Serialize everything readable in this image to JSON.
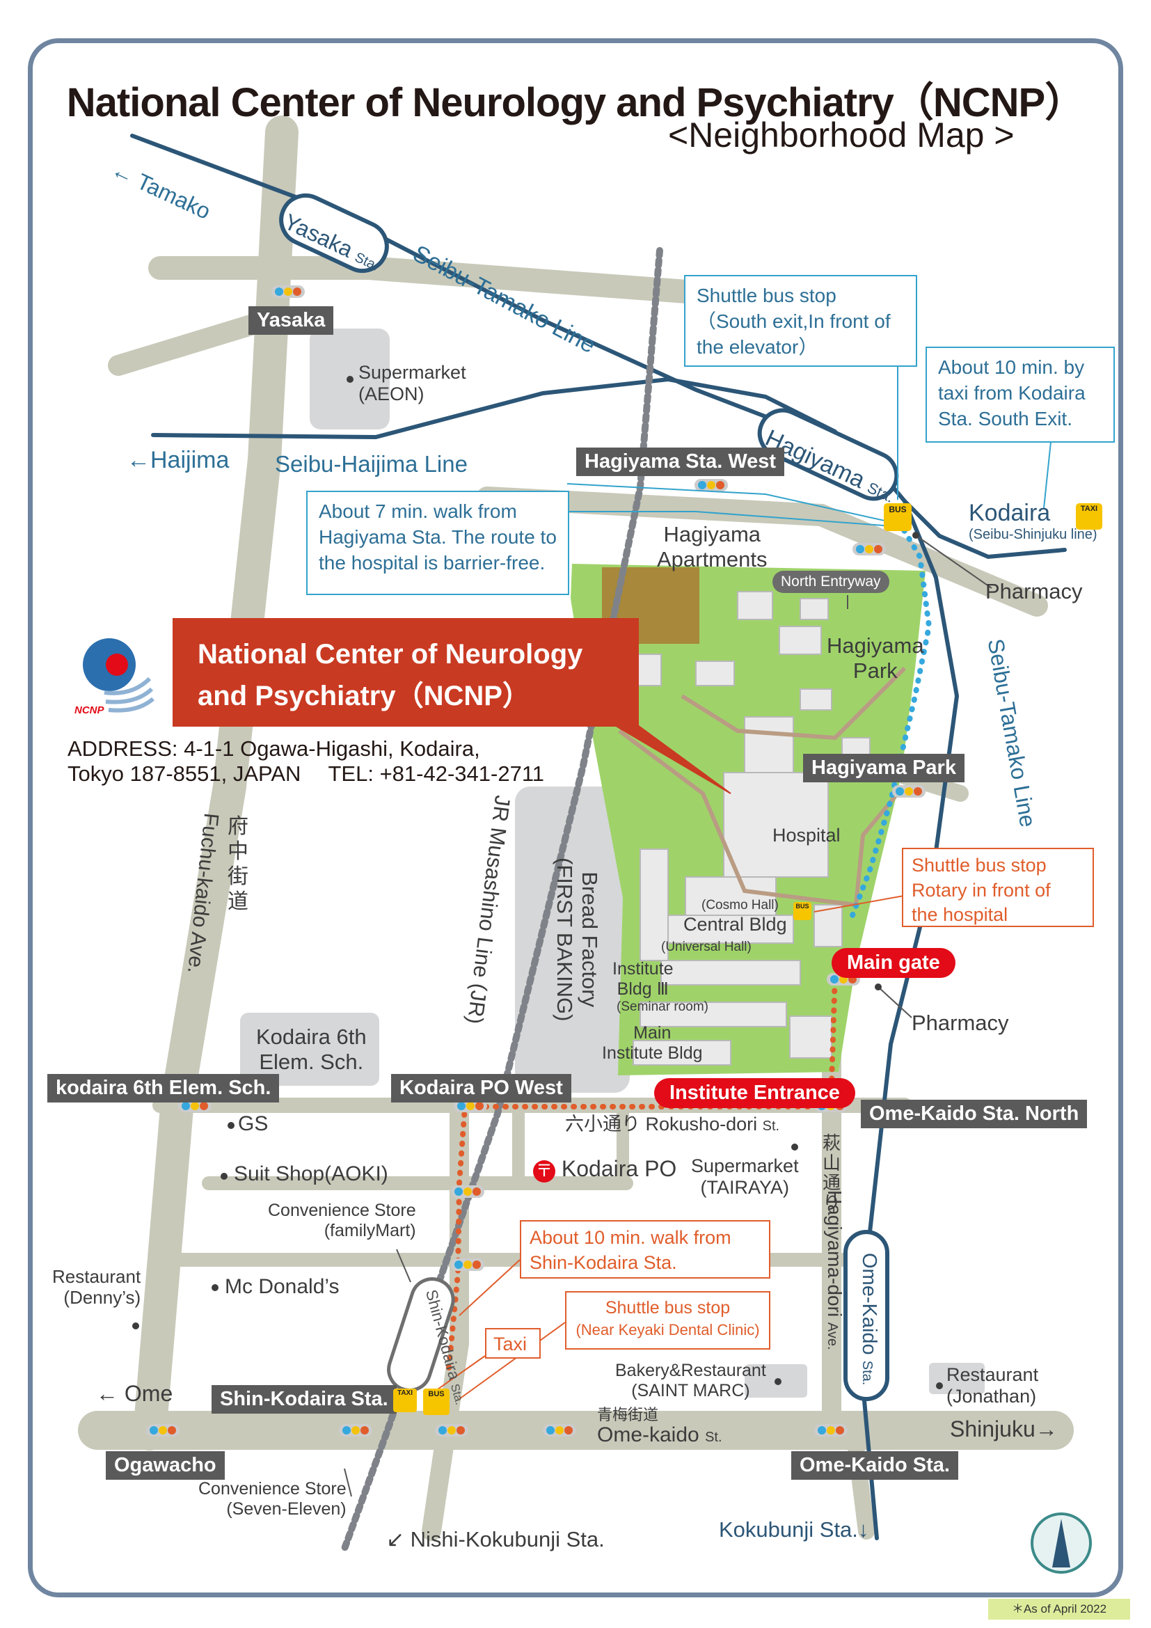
{
  "title": "National Center of Neurology and Psychiatry（NCNP）",
  "subtitle": "<Neighborhood Map >",
  "as_of": "＊As of April 2022",
  "facility": {
    "banner_line1": "National Center of Neurology",
    "banner_line2": "and Psychiatry（NCNP）",
    "logo_text": "NCNP",
    "address_line1": "ADDRESS: 4-1-1 Ogawa-Higashi, Kodaira,",
    "address_line2": "Tokyo 187-8551, JAPAN　 TEL: +81-42-341-2711"
  },
  "railways": {
    "seibu_tamako": "Seibu-Tamako Line",
    "seibu_tamako_vertical": "Seibu-Tamako Line",
    "seibu_haijima": "Seibu-Haijima Line",
    "jr_musashino": "JR Musashino Line (JR)",
    "to_tamako": "← Tamako",
    "to_haijima": "←Haijima"
  },
  "stations": {
    "yasaka": "Yasaka",
    "yasaka_suffix": "Sta.",
    "hagiyama": "Hagiyama",
    "hagiyama_suffix": "Sta.",
    "shin_kodaira": "Shin-Kodaira",
    "shin_kodaira_suffix": "Sta.",
    "ome_kaido": "Ome-Kaido",
    "ome_kaido_suffix": "Sta.",
    "kodaira": "Kodaira",
    "kodaira_sub": "(Seibu-Shinjuku line)",
    "kokubunji": "Kokubunji Sta.↓",
    "nishi_kokubunji": "↙ Nishi-Kokubunji Sta."
  },
  "intersections": {
    "yasaka": "Yasaka",
    "hagiyama_sta_west": "Hagiyama Sta. West",
    "hagiyama_park": "Hagiyama Park",
    "kodaira_6th": "kodaira 6th Elem. Sch.",
    "kodaira_po_west": "Kodaira PO West",
    "ome_kaido_sta_north": "Ome-Kaido Sta. North",
    "shin_kodaira_sta": "Shin-Kodaira Sta.",
    "ogawacho": "Ogawacho",
    "ome_kaido_sta": "Ome-Kaido Sta."
  },
  "roads": {
    "fuchu_kaido_jp": "府中街道",
    "fuchu_kaido_en": "Fuchu-kaido Ave.",
    "rokusho_jp": "六小通り",
    "rokusho_en": "Rokusho-dori",
    "rokusho_suffix": "St.",
    "hagiyama_dori_jp": "萩山通り",
    "hagiyama_dori_en": "Hagiyama-dori",
    "hagiyama_dori_suffix": "Ave.",
    "ome_kaido_jp": "青梅街道",
    "ome_kaido_en": "Ome-kaido",
    "ome_kaido_suffix": "St.",
    "to_ome": "← Ome",
    "to_shinjuku": "Shinjuku→"
  },
  "places": {
    "supermarket_aeon_1": "Supermarket",
    "supermarket_aeon_2": "(AEON)",
    "hagiyama_apartments_1": "Hagiyama",
    "hagiyama_apartments_2": "Apartments",
    "hagiyama_park_1": "Hagiyama",
    "hagiyama_park_2": "Park",
    "pharmacy_north": "Pharmacy",
    "pharmacy_south": "Pharmacy",
    "bread_factory_1": "Bread Factory",
    "bread_factory_2": "(FIRST BAKING)",
    "kodaira_6th_1": "Kodaira 6th",
    "kodaira_6th_2": "Elem. Sch.",
    "gs": "GS",
    "suit_shop": "Suit Shop(AOKI)",
    "kodaira_po": "Kodaira PO",
    "supermarket_tairaya_1": "Supermarket",
    "supermarket_tairaya_2": "(TAIRAYA)",
    "familymart_1": "Convenience Store",
    "familymart_2": "(familyMart)",
    "dennys_1": "Restaurant",
    "dennys_2": "(Denny’s)",
    "mcdonalds": "Mc Donald’s",
    "saint_marc_1": "Bakery&Restaurant",
    "saint_marc_2": "(SAINT MARC)",
    "jonathan_1": "Restaurant",
    "jonathan_2": "(Jonathan)",
    "seven_eleven_1": "Convenience Store",
    "seven_eleven_2": "(Seven-Eleven)"
  },
  "campus": {
    "north_entryway": "North  Entryway",
    "hospital": "Hospital",
    "cosmo_hall": "(Cosmo Hall)",
    "central_bldg": "Central Bldg",
    "universal_hall": "(Universal Hall)",
    "institute_bldg3_1": "Institute",
    "institute_bldg3_2": "Bldg Ⅲ",
    "seminar_room": "(Seminar room)",
    "main_institute_1": "Main",
    "main_institute_2": "Institute Bldg",
    "main_gate": "Main gate",
    "institute_entrance": "Institute Entrance"
  },
  "callouts": {
    "shuttle_hagiyama": [
      "Shuttle bus stop",
      "（South exit,In front of",
      "the elevator）"
    ],
    "taxi_kodaira": [
      "About 10 min. by",
      "taxi from Kodaira",
      "Sta. South Exit."
    ],
    "walk_hagiyama": [
      "About 7 min. walk from",
      "Hagiyama Sta. The route to",
      "the hospital is barrier-free."
    ],
    "shuttle_rotary": [
      "Shuttle bus stop",
      "Rotary in front of",
      "the hospital"
    ],
    "walk_shin_kodaira": [
      "About 10 min. walk from",
      "Shin-Kodaira Sta."
    ],
    "shuttle_keyaki": [
      "Shuttle bus stop",
      "(Near Keyaki Dental Clinic)"
    ],
    "taxi": "Taxi"
  },
  "icons": {
    "bus_label": "BUS",
    "taxi_label": "TAXI",
    "post_office": "〒"
  },
  "colors": {
    "road": "#c8c9b9",
    "railway": "#2c5677",
    "campus_green": "#9fd36a",
    "route_orange": "#e05d2b",
    "route_blue": "#35a8dd",
    "banner_red": "#c93a22",
    "gate_red": "#e20b17",
    "label_gray": "#5a5a5a",
    "frame": "#6f85a0"
  }
}
